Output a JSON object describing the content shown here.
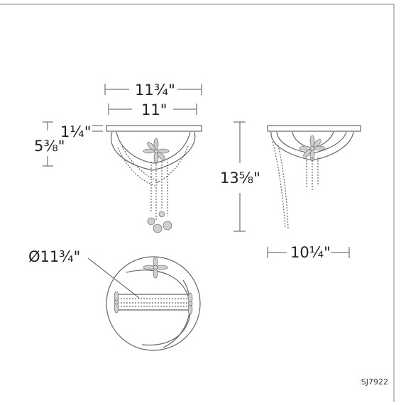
{
  "dimensions": {
    "top_width": "11¾\"",
    "canopy_width": "11\"",
    "canopy_height": "1¼\"",
    "body_height": "5⅜\"",
    "overall_height": "13⅝\"",
    "side_width": "10¼\"",
    "diameter": "Ø11¾\""
  },
  "model_number": "SJ7922"
}
